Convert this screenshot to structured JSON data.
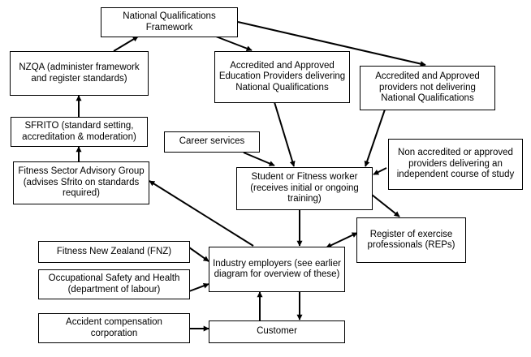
{
  "diagram": {
    "type": "flowchart",
    "colors": {
      "line": "#000000",
      "box_border": "#000000",
      "box_fill": "#ffffff",
      "text": "#000000"
    },
    "nodes": {
      "nqf": "National Qualifications Framework",
      "nzqa": "NZQA (administer framework and register standards)",
      "sfrito": "SFRITO (standard setting, accreditation & moderation)",
      "fsag": "Fitness Sector Advisory Group (advises Sfrito on standards required)",
      "acc_nq": "Accredited and Approved Education Providers delivering National Qualifications",
      "acc_not_nq": "Accredited and Approved providers not delivering National Qualifications",
      "career": "Career services",
      "student": "Student or Fitness worker (receives initial or ongoing training)",
      "non_acc": "Non accredited or approved providers delivering an independent course of study",
      "reps": "Register of exercise professionals (REPs)",
      "fnz": "Fitness New Zealand (FNZ)",
      "osh": "Occupational Safety and Health (department of labour)",
      "employers": "Industry employers (see earlier diagram for overview of these)",
      "acc_corp": "Accident compensation corporation",
      "customer": "Customer"
    },
    "edges": [
      {
        "from": "nzqa",
        "to": "nqf",
        "direction": "forward"
      },
      {
        "from": "sfrito",
        "to": "nzqa",
        "direction": "forward"
      },
      {
        "from": "fsag",
        "to": "sfrito",
        "direction": "forward"
      },
      {
        "from": "nqf",
        "to": "acc_nq",
        "direction": "forward"
      },
      {
        "from": "nqf",
        "to": "acc_not_nq",
        "direction": "forward"
      },
      {
        "from": "acc_nq",
        "to": "student",
        "direction": "forward"
      },
      {
        "from": "acc_not_nq",
        "to": "student",
        "direction": "forward"
      },
      {
        "from": "career",
        "to": "student",
        "direction": "forward"
      },
      {
        "from": "non_acc",
        "to": "student",
        "direction": "forward"
      },
      {
        "from": "student",
        "to": "reps",
        "direction": "forward"
      },
      {
        "from": "student",
        "to": "employers",
        "direction": "forward"
      },
      {
        "from": "employers",
        "to": "reps",
        "direction": "both"
      },
      {
        "from": "employers",
        "to": "fsag",
        "direction": "forward"
      },
      {
        "from": "fnz",
        "to": "employers",
        "direction": "forward"
      },
      {
        "from": "osh",
        "to": "employers",
        "direction": "forward"
      },
      {
        "from": "acc_corp",
        "to": "customer",
        "direction": "forward"
      },
      {
        "from": "employers",
        "to": "customer",
        "direction": "forward"
      },
      {
        "from": "customer",
        "to": "employers",
        "direction": "forward"
      }
    ]
  }
}
